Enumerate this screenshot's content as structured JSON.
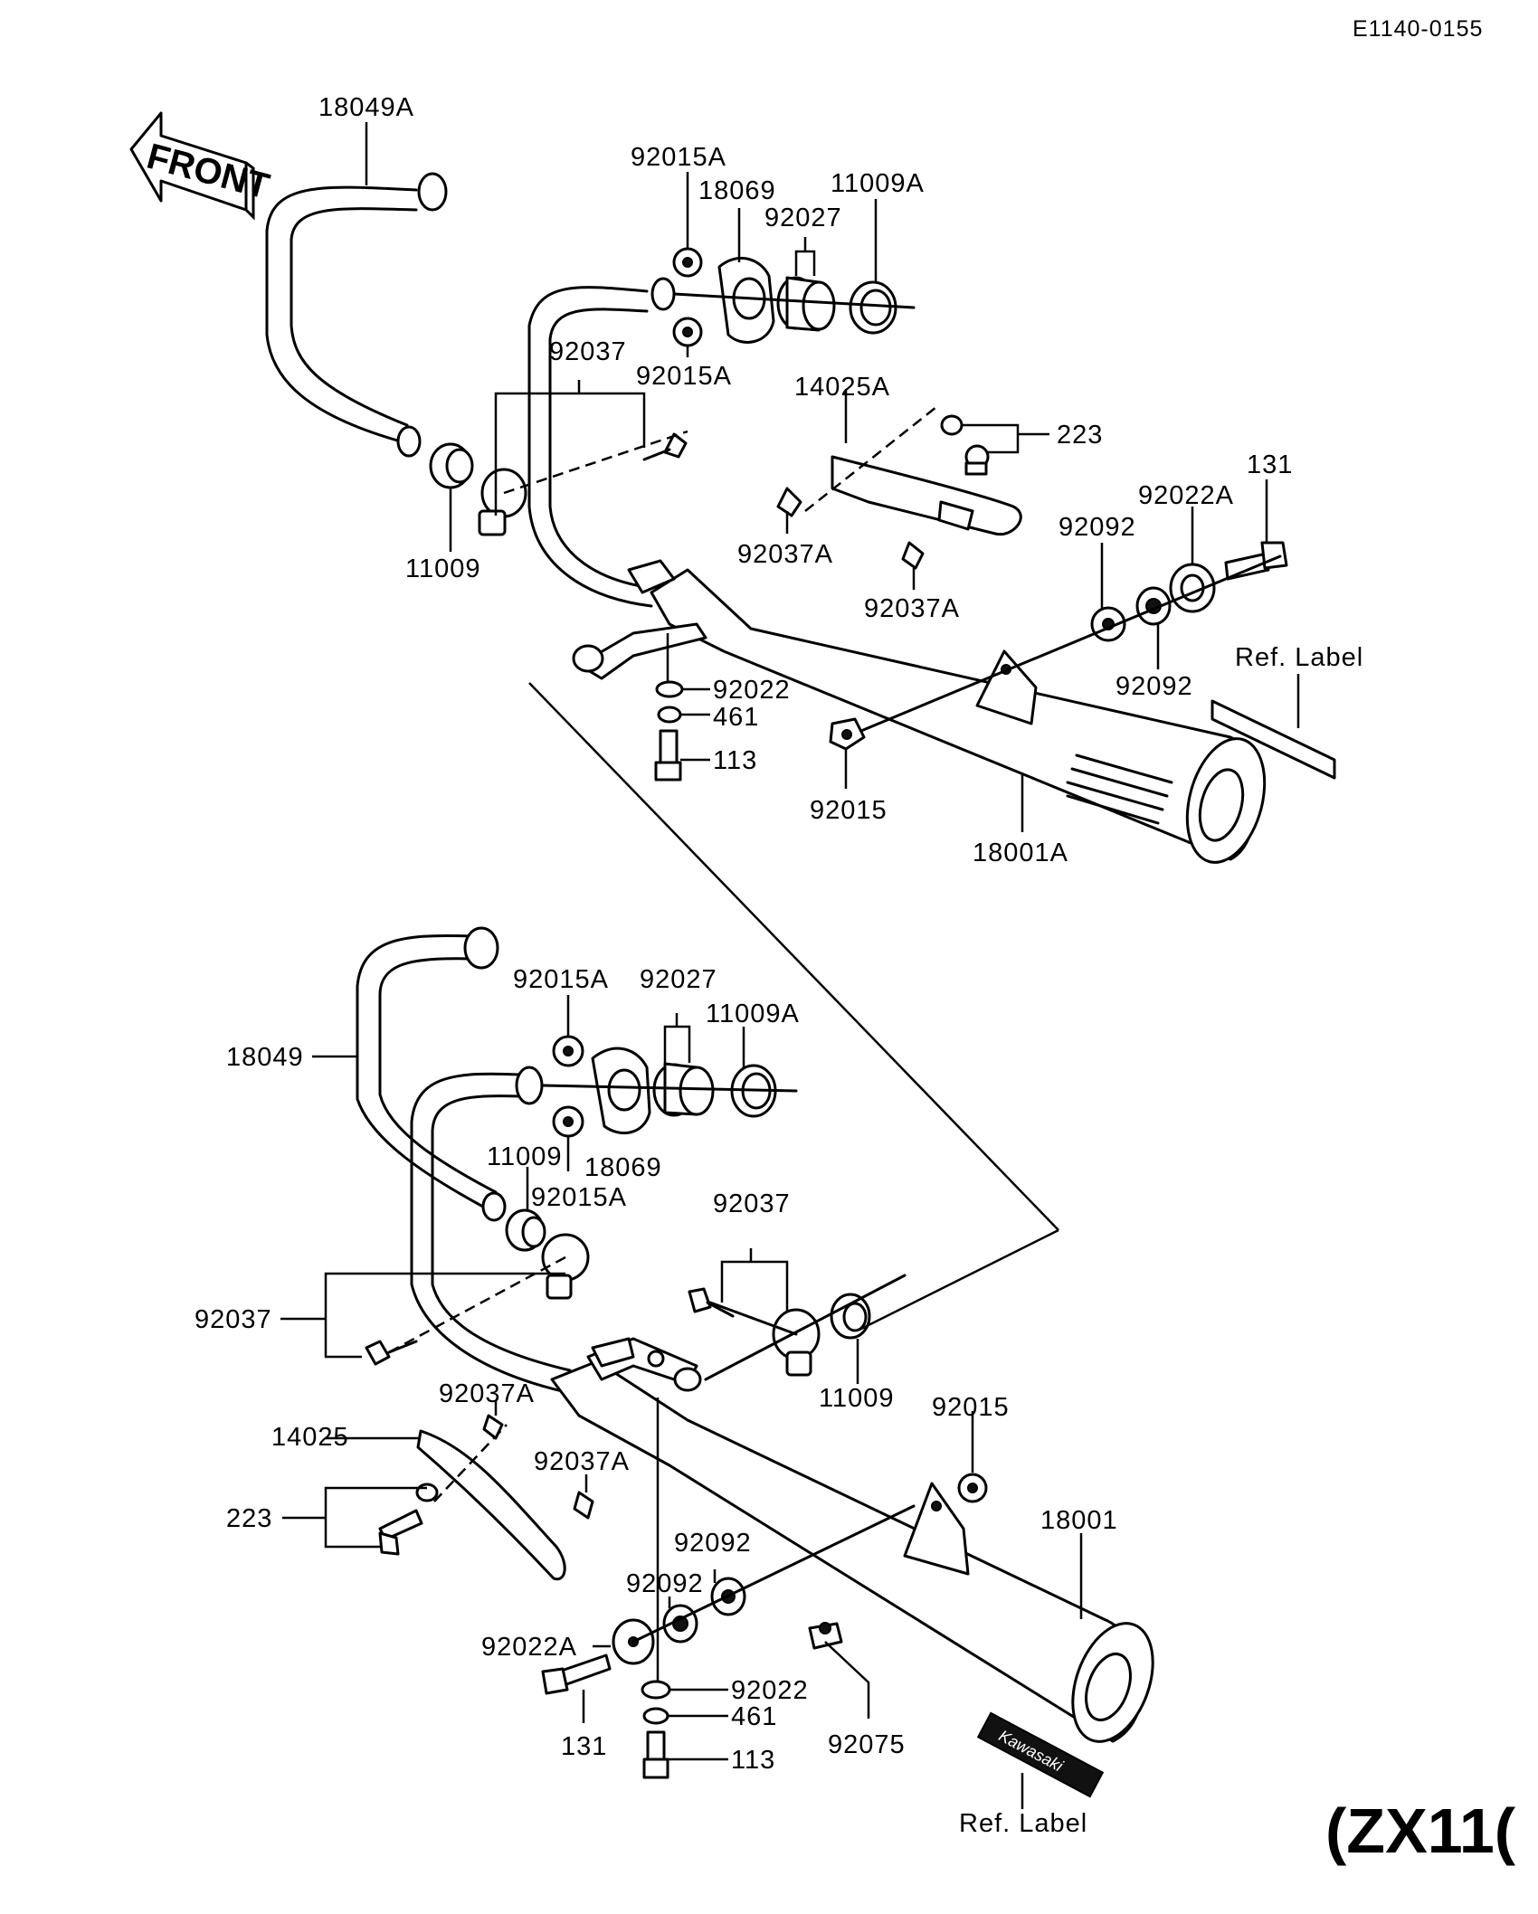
{
  "doc_code": "E1140-0155",
  "model_label": "(ZX11(",
  "front_label": "FRONT",
  "upper": {
    "p18049A": "18049A",
    "p92015A_top": "92015A",
    "p18069": "18069",
    "p11009A": "11009A",
    "p92027": "92027",
    "p92037": "92037",
    "p92015A_bottom": "92015A",
    "p14025A": "14025A",
    "p223": "223",
    "p131": "131",
    "p92022A": "92022A",
    "p92092_a": "92092",
    "p92037A_a": "92037A",
    "p92037A_b": "92037A",
    "p11009": "11009",
    "p92092_b": "92092",
    "ref_label": "Ref. Label",
    "p92022": "92022",
    "p461": "461",
    "p113": "113",
    "p92015": "92015",
    "p18001A": "18001A"
  },
  "lower": {
    "p18049": "18049",
    "p92015A_top": "92015A",
    "p92027": "92027",
    "p11009A": "11009A",
    "p11009_left": "11009",
    "p18069": "18069",
    "p92015A_bottom": "92015A",
    "p92037_right": "92037",
    "p92037_left": "92037",
    "p11009_right": "11009",
    "p92037A_a": "92037A",
    "p14025": "14025",
    "p92037A_b": "92037A",
    "p92015": "92015",
    "p18001": "18001",
    "p223": "223",
    "p92092_a": "92092",
    "p92092_b": "92092",
    "p92022A": "92022A",
    "p92022": "92022",
    "p461": "461",
    "p131": "131",
    "p113": "113",
    "p92075": "92075",
    "ref_label": "Ref. Label",
    "emblem_text": "Kawasaki"
  }
}
